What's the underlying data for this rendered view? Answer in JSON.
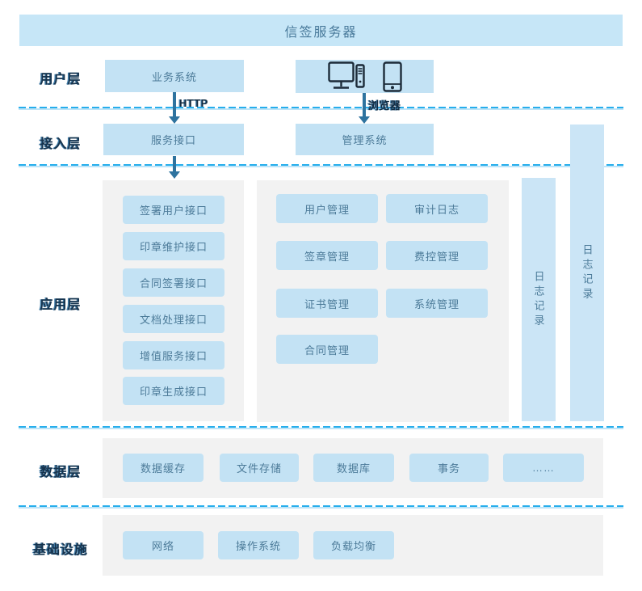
{
  "title": "信签服务器",
  "flow": {
    "http": "HTTP",
    "browser": "浏览器"
  },
  "layers": {
    "user": {
      "name": "用户层",
      "business_system": "业务系统"
    },
    "access": {
      "name": "接入层",
      "service_interface": "服务接口",
      "management_system": "管理系统"
    },
    "application": {
      "name": "应用层",
      "interface_boxes": [
        "签署用户接口",
        "印章维护接口",
        "合同签署接口",
        "文档处理接口",
        "增值服务接口",
        "印章生成接口"
      ],
      "management_boxes": [
        "用户管理",
        "审计日志",
        "签章管理",
        "费控管理",
        "证书管理",
        "系统管理",
        "合同管理"
      ],
      "log_bar_inner": "日志记录",
      "log_bar_outer": "日志记录"
    },
    "data": {
      "name": "数据层",
      "boxes": [
        "数据缓存",
        "文件存储",
        "数据库",
        "事务",
        "……"
      ]
    },
    "infra": {
      "name": "基础设施",
      "boxes": [
        "网络",
        "操作系统",
        "负载均衡"
      ]
    }
  },
  "icons": {
    "desktop": "desktop-computer-icon",
    "phone": "smartphone-icon"
  },
  "colors": {
    "box_fill": "#c3e2f4",
    "banner_fill": "#c6e6f7",
    "bar_fill": "#cbe5f6",
    "panel_fill": "#f2f2f2",
    "dash_line": "#27aeec",
    "dash_underlay": "#bce4f8",
    "arrow": "#2e739f",
    "box_text": "#4c7b99",
    "label_text": "#16334d",
    "icon_stroke": "#1c2b39"
  }
}
